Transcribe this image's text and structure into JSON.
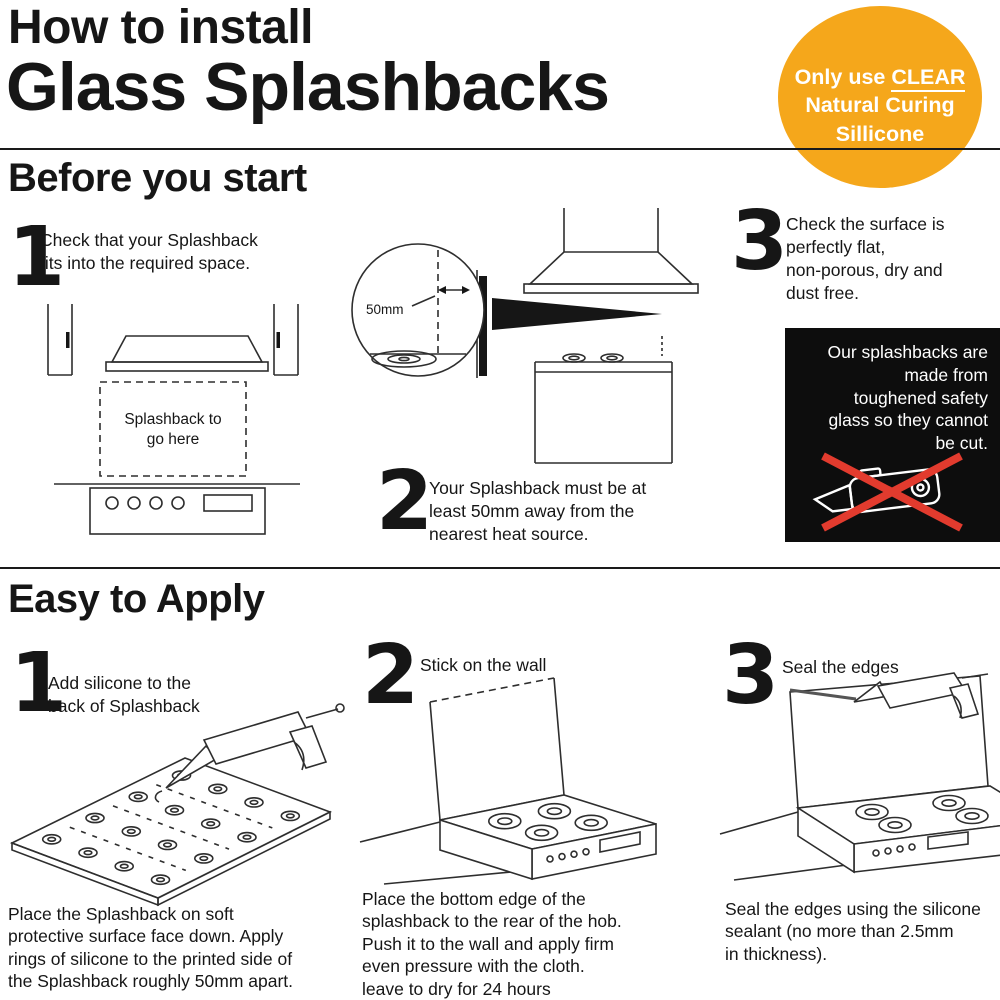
{
  "header": {
    "title_line1": "How to install",
    "title_line2": "Glass Splashbacks"
  },
  "badge": {
    "line1_pre": "Only use ",
    "line1_em": "CLEAR",
    "line2": "Natural Curing",
    "line3": "Sillicone"
  },
  "before": {
    "heading": "Before you start",
    "step1": {
      "num": "1",
      "text": "Check that your Splashback\nfits into the required space.",
      "diagram_label_line1": "Splashback to",
      "diagram_label_line2": "go here"
    },
    "step2": {
      "num": "2",
      "text": "Your Splashback must be at\nleast 50mm away from the\nnearest heat source.",
      "measure_label": "50mm"
    },
    "step3": {
      "num": "3",
      "text": "Check the surface is\nperfectly flat,\nnon-porous, dry and\ndust free.",
      "warning_text": "Our splashbacks are\nmade from\ntoughened safety\nglass so they cannot\nbe cut."
    }
  },
  "apply": {
    "heading": "Easy to Apply",
    "step1": {
      "num": "1",
      "title": "Add silicone to the\nback of Splashback",
      "caption": "Place the Splashback on soft\nprotective surface face down. Apply\nrings of silicone to the printed side of\nthe Splashback roughly 50mm apart."
    },
    "step2": {
      "num": "2",
      "title": "Stick on the wall",
      "caption": "Place the bottom edge of the\nsplashback to the rear of the hob.\nPush it to the wall and apply firm\neven pressure with the cloth.\nleave to dry for 24 hours"
    },
    "step3": {
      "num": "3",
      "title": "Seal the edges",
      "caption": "Seal the edges using the silicone\nsealant (no more than 2.5mm\nin thickness)."
    }
  },
  "colors": {
    "badge_bg": "#F5A71B",
    "warning_bg": "#0D0D0D",
    "cross_red": "#E23B2E"
  }
}
